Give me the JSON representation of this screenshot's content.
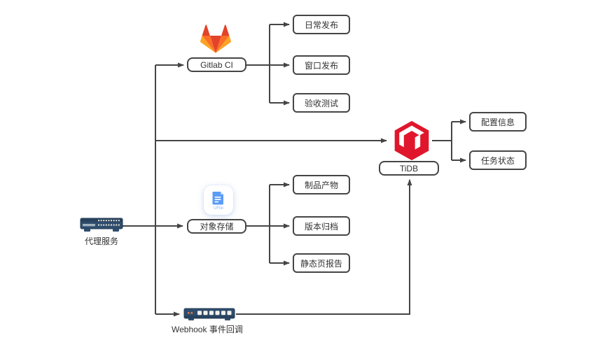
{
  "diagram": {
    "nodes": {
      "proxy": {
        "label": "代理服务",
        "icon": "router-icon"
      },
      "gitlab_ci": {
        "label": "Gitlab CI",
        "icon": "gitlab-logo"
      },
      "daily_release": {
        "label": "日常发布"
      },
      "window_release": {
        "label": "窗口发布"
      },
      "acceptance_test": {
        "label": "验收测试"
      },
      "tidb": {
        "label": "TiDB",
        "icon": "tidb-logo"
      },
      "config_info": {
        "label": "配置信息"
      },
      "task_status": {
        "label": "任务状态"
      },
      "object_storage": {
        "label": "对象存储",
        "icon": "ufile-icon",
        "icon_text": "UFile"
      },
      "artifact_output": {
        "label": "制品产物"
      },
      "version_archive": {
        "label": "版本归档"
      },
      "static_page_report": {
        "label": "静态页报告"
      },
      "webhook": {
        "label": "Webhook 事件回调",
        "icon": "network-switch-icon"
      }
    },
    "colors": {
      "line": "#454545",
      "box_border": "#454545",
      "box_fill": "#ffffff",
      "gitlab_red": "#e24329",
      "gitlab_orange": "#fc6d26",
      "gitlab_yellow": "#fca326",
      "tidb_red": "#e0172c",
      "device_navy": "#2f4d6e",
      "ufile_blue": "#5b9cf6"
    }
  }
}
